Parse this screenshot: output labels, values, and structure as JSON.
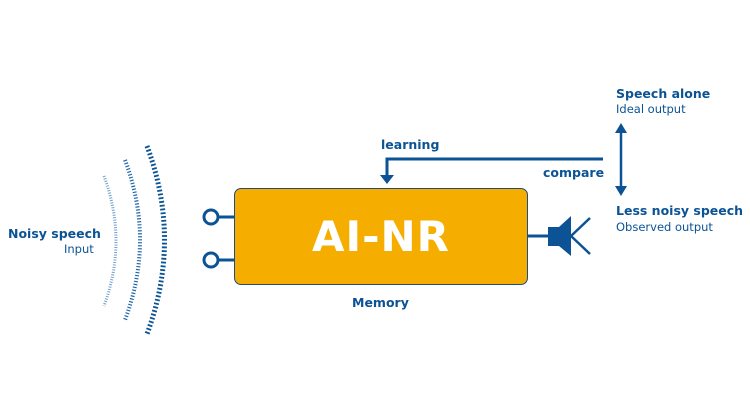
{
  "input": {
    "title": "Noisy speech",
    "subtitle": "Input"
  },
  "model": {
    "label": "AI-NR",
    "memory_label": "Memory"
  },
  "feedback": {
    "learning_label": "learning",
    "compare_label": "compare"
  },
  "target": {
    "title": "Speech alone",
    "subtitle": "Ideal output"
  },
  "output": {
    "title": "Less noisy speech",
    "subtitle": "Observed  output"
  },
  "colors": {
    "accent": "#0b5394",
    "box_fill": "#f5ad00",
    "box_text": "#ffffff"
  }
}
